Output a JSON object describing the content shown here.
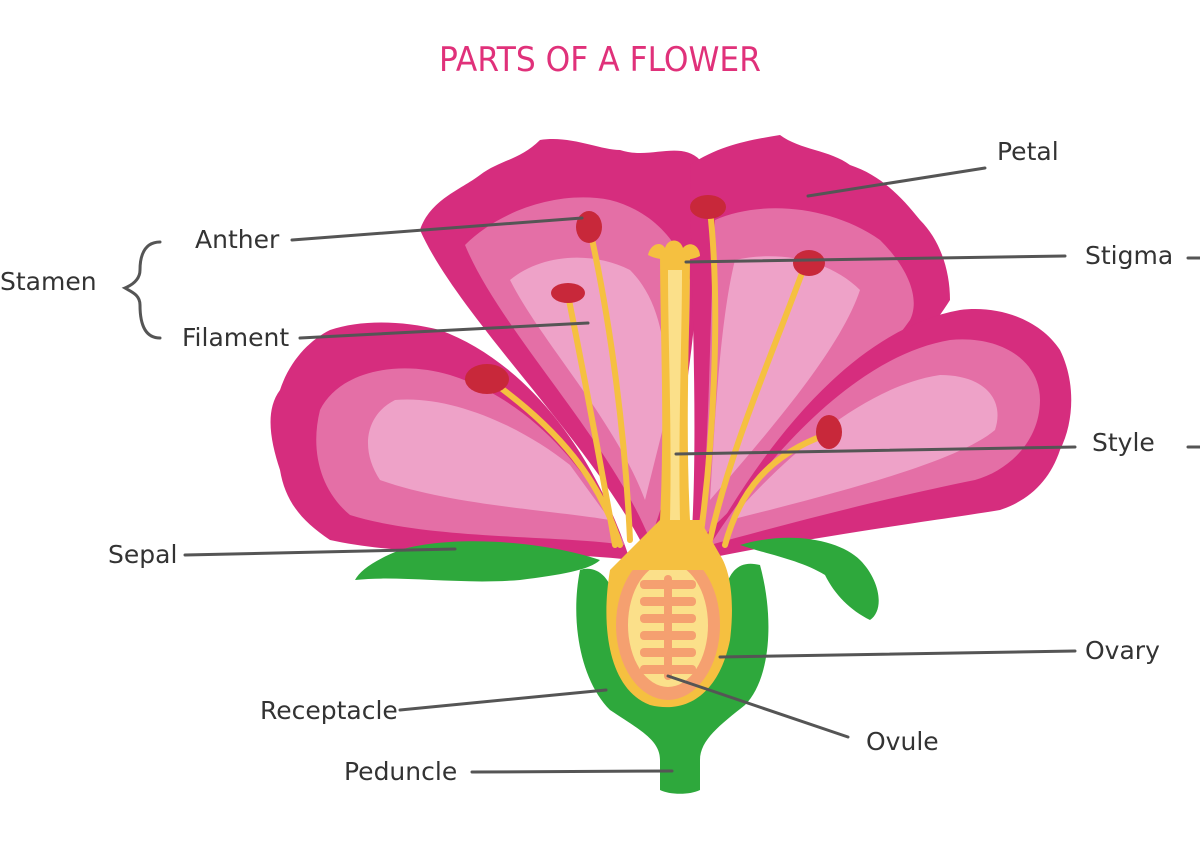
{
  "title": "PARTS OF A FLOWER",
  "colors": {
    "title": "#e0317a",
    "petal_dark": "#d62d7e",
    "petal_mid": "#e46fa6",
    "petal_light": "#eea2c8",
    "petal_vein": "#f4c6de",
    "sepal": "#2ea83c",
    "sepal_dark": "#1f8a2e",
    "style": "#f5c040",
    "style_light": "#fbe08a",
    "anther": "#c8283a",
    "ovule": "#f5a070",
    "line": "#555555",
    "text": "#333333"
  },
  "labels": {
    "petal": "Petal",
    "anther": "Anther",
    "stamen": "Stamen",
    "filament": "Filament",
    "stigma": "Stigma",
    "style": "Style",
    "sepal": "Sepal",
    "ovary": "Ovary",
    "receptacle": "Receptacle",
    "ovule": "Ovule",
    "peduncle": "Peduncle"
  }
}
